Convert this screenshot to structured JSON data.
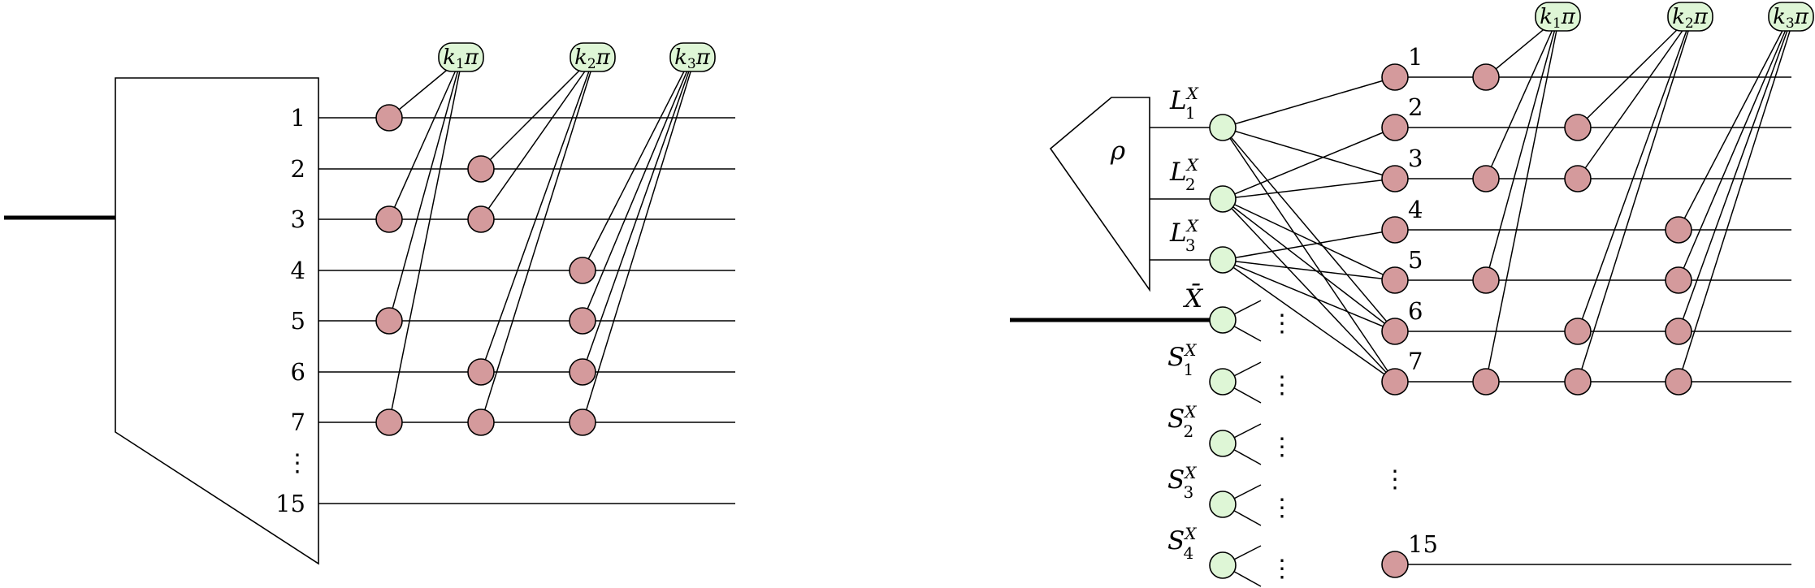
{
  "left": {
    "qubit_labels": [
      "1",
      "2",
      "3",
      "4",
      "5",
      "6",
      "7",
      "⋮",
      "15"
    ],
    "phase_nodes": [
      {
        "k": "k",
        "sub": "1",
        "pi": "π"
      },
      {
        "k": "k",
        "sub": "2",
        "pi": "π"
      },
      {
        "k": "k",
        "sub": "3",
        "pi": "π"
      }
    ]
  },
  "right": {
    "state_label": "ρ",
    "logical_labels": [
      {
        "base": "L",
        "sub": "1",
        "sup": "X"
      },
      {
        "base": "L",
        "sub": "2",
        "sup": "X"
      },
      {
        "base": "L",
        "sub": "3",
        "sup": "X"
      }
    ],
    "xbar_label": {
      "base": "X̄"
    },
    "stabilizer_labels": [
      {
        "base": "S",
        "sub": "1",
        "sup": "X"
      },
      {
        "base": "S",
        "sub": "2",
        "sup": "X"
      },
      {
        "base": "S",
        "sub": "3",
        "sup": "X"
      },
      {
        "base": "S",
        "sub": "4",
        "sup": "X"
      }
    ],
    "qubit_labels": [
      "1",
      "2",
      "3",
      "4",
      "5",
      "6",
      "7",
      "15"
    ],
    "vdots": "⋮",
    "phase_nodes": [
      {
        "k": "k",
        "sub": "1",
        "pi": "π"
      },
      {
        "k": "k",
        "sub": "2",
        "pi": "π"
      },
      {
        "k": "k",
        "sub": "3",
        "pi": "π"
      }
    ]
  }
}
